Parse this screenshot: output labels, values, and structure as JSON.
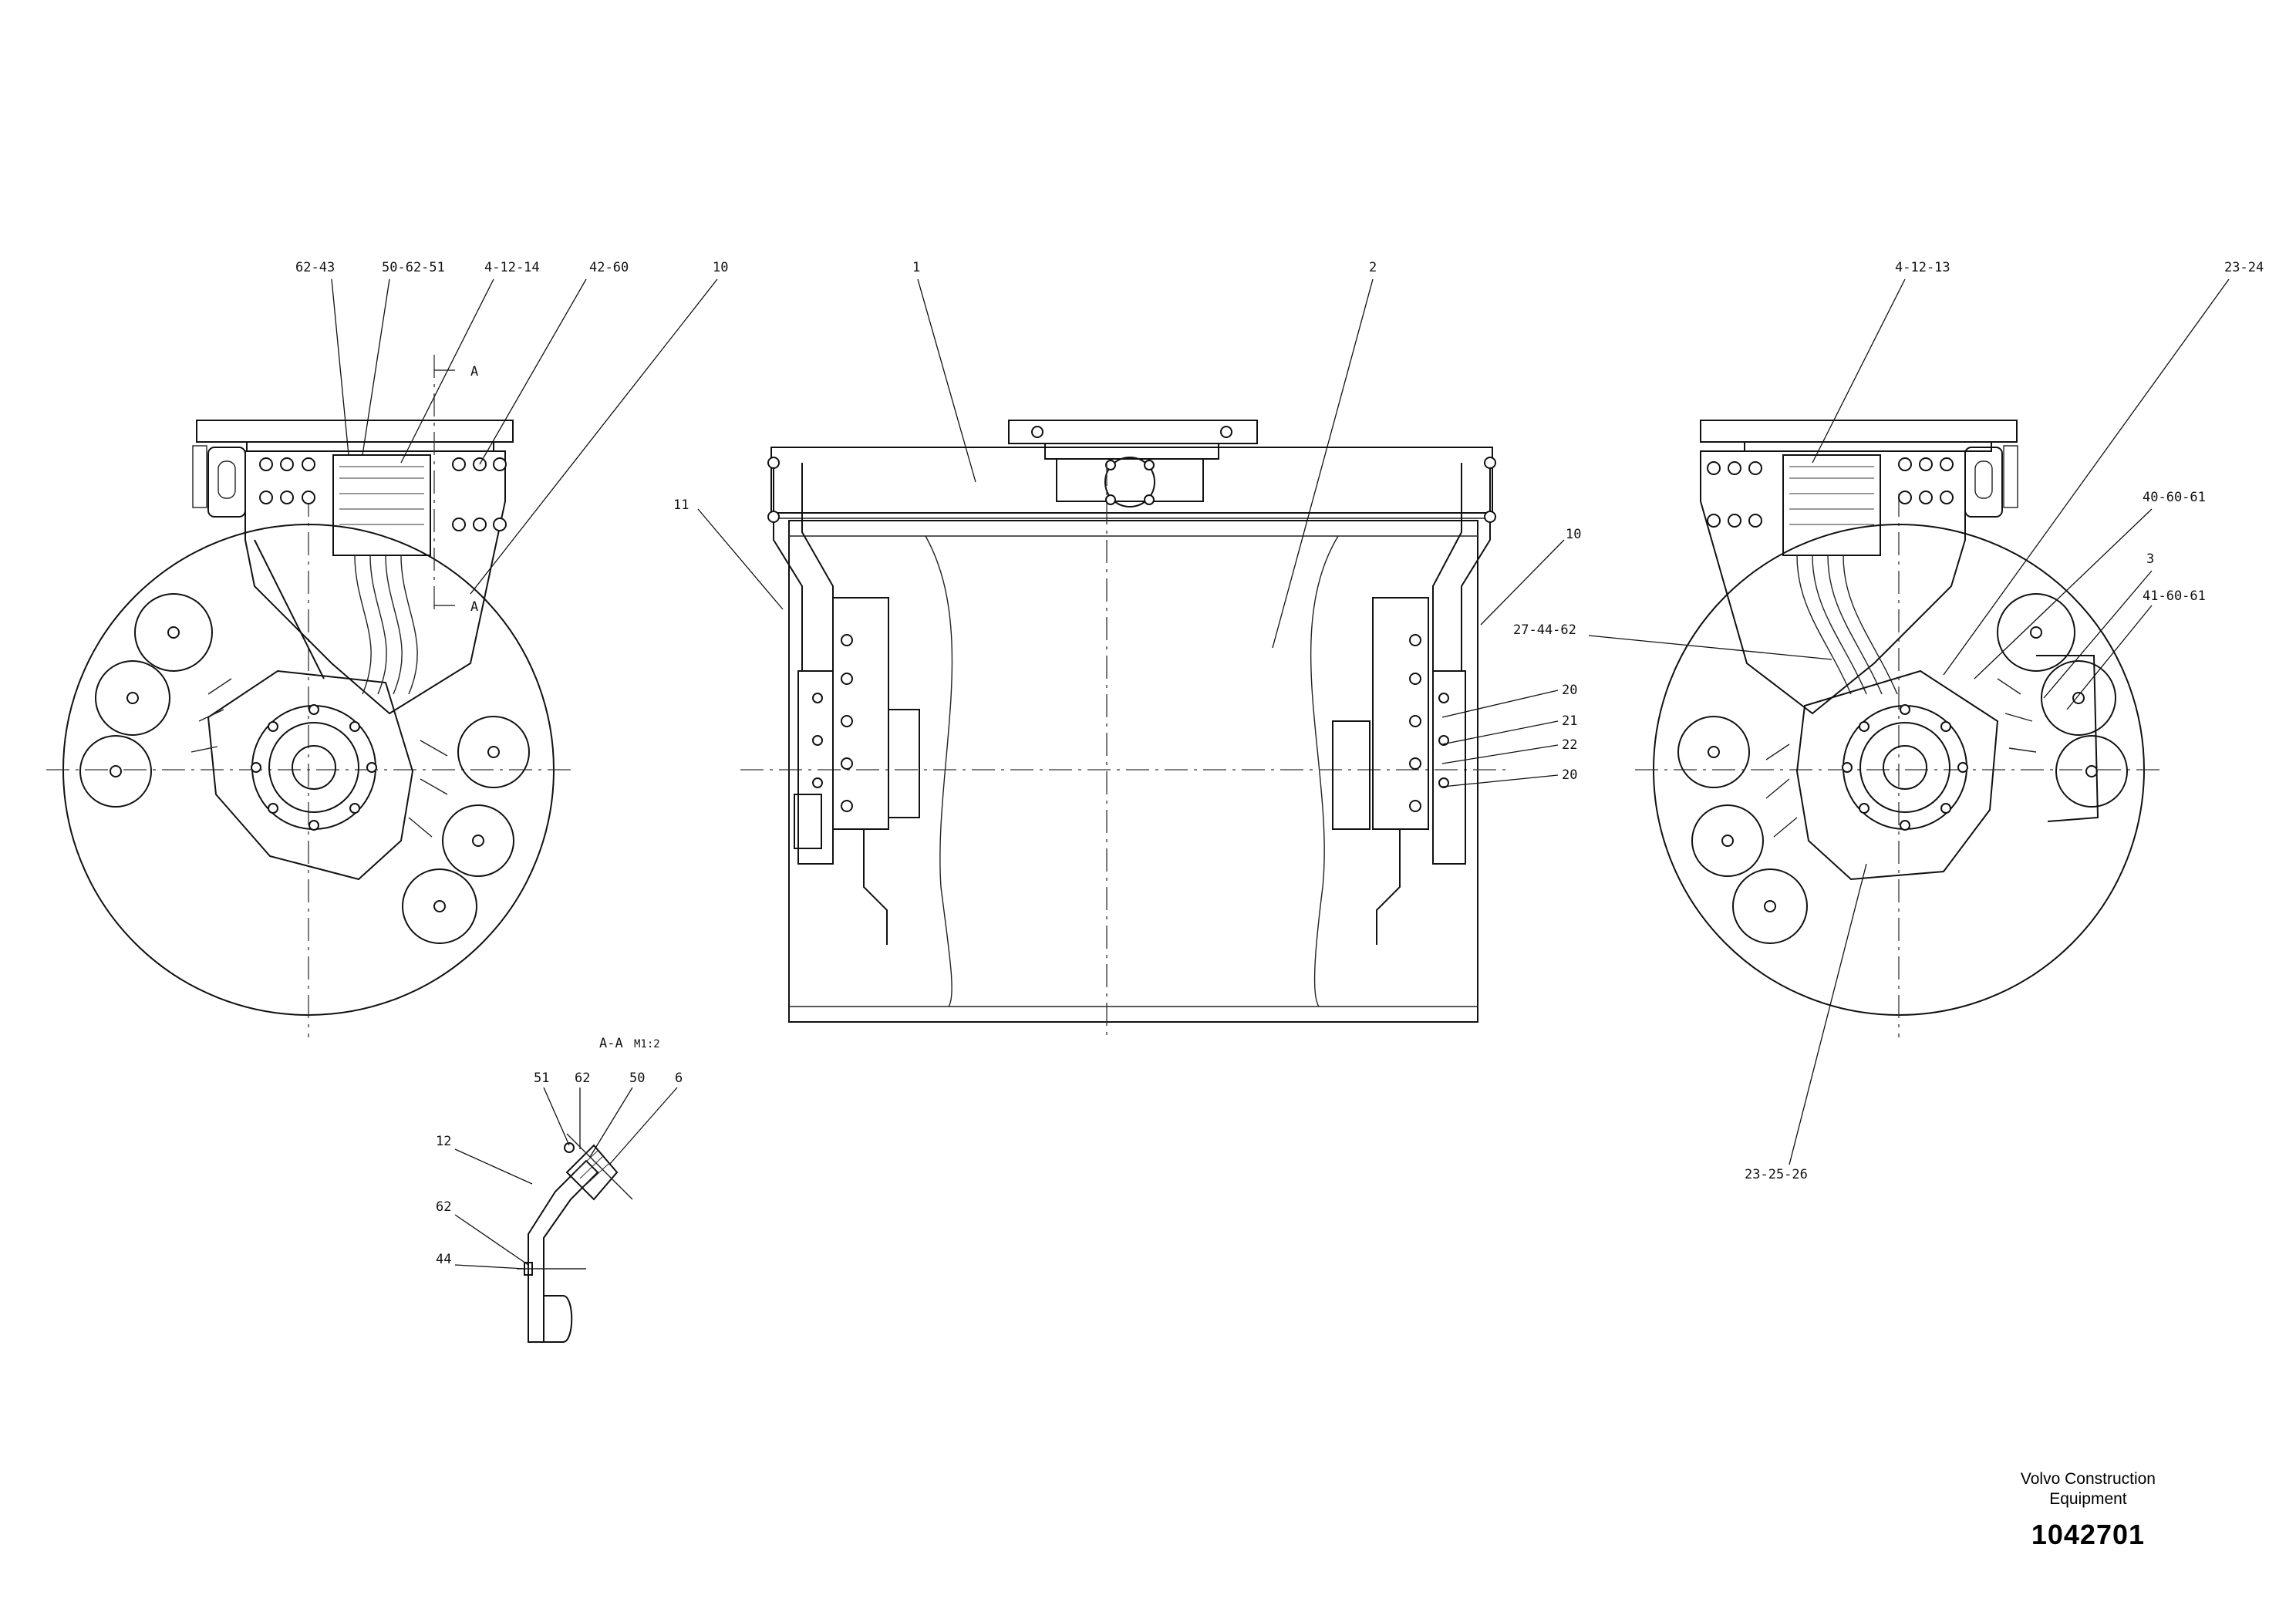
{
  "labels": {
    "left": [
      "62-43",
      "50-62-51",
      "4-12-14",
      "42-60",
      "10",
      "A",
      "A"
    ],
    "center": [
      "1",
      "2",
      "11",
      "10",
      "27-44-62",
      "20",
      "21",
      "22",
      "20"
    ],
    "right": [
      "4-12-13",
      "23-24",
      "40-60-61",
      "3",
      "41-60-61",
      "23-25-26"
    ],
    "section": {
      "title": "A-A",
      "scale": "M1:2",
      "items": [
        "51",
        "62",
        "50",
        "6",
        "12",
        "62",
        "44"
      ]
    }
  },
  "brand": {
    "line1": "Volvo Construction",
    "line2": "Equipment",
    "drawing_number": "1042701"
  }
}
